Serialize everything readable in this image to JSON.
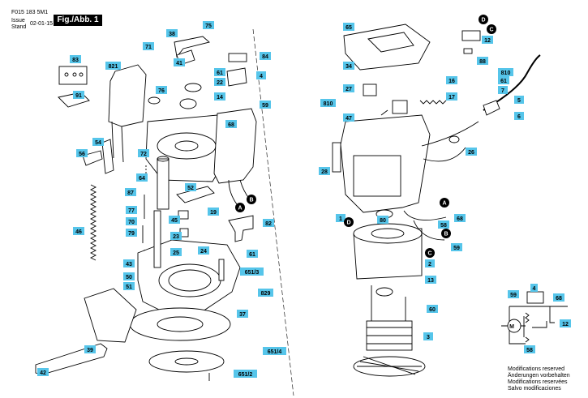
{
  "header": {
    "code": "F015 183 5M1",
    "issue_label": "Issue",
    "stand_label": "Stand",
    "issue_date": "02-01-15",
    "figure": "Fig./Abb. 1"
  },
  "parts": [
    {
      "id": "75"
    },
    {
      "id": "38"
    },
    {
      "id": "71"
    },
    {
      "id": "41"
    },
    {
      "id": "83"
    },
    {
      "id": "821"
    },
    {
      "id": "84"
    },
    {
      "id": "61"
    },
    {
      "id": "22"
    },
    {
      "id": "4"
    },
    {
      "id": "76"
    },
    {
      "id": "14"
    },
    {
      "id": "91"
    },
    {
      "id": "59"
    },
    {
      "id": "68"
    },
    {
      "id": "54"
    },
    {
      "id": "72"
    },
    {
      "id": "56"
    },
    {
      "id": "64"
    },
    {
      "id": "52"
    },
    {
      "id": "87"
    },
    {
      "id": "77"
    },
    {
      "id": "70"
    },
    {
      "id": "45"
    },
    {
      "id": "19"
    },
    {
      "id": "82"
    },
    {
      "id": "46"
    },
    {
      "id": "79"
    },
    {
      "id": "23"
    },
    {
      "id": "25"
    },
    {
      "id": "24"
    },
    {
      "id": "61"
    },
    {
      "id": "43"
    },
    {
      "id": "651/3"
    },
    {
      "id": "50"
    },
    {
      "id": "51"
    },
    {
      "id": "829"
    },
    {
      "id": "37"
    },
    {
      "id": "39"
    },
    {
      "id": "651/4"
    },
    {
      "id": "42"
    },
    {
      "id": "651/2"
    },
    {
      "id": "65"
    },
    {
      "id": "12"
    },
    {
      "id": "34"
    },
    {
      "id": "88"
    },
    {
      "id": "810"
    },
    {
      "id": "27"
    },
    {
      "id": "16"
    },
    {
      "id": "61"
    },
    {
      "id": "7"
    },
    {
      "id": "810"
    },
    {
      "id": "17"
    },
    {
      "id": "5"
    },
    {
      "id": "47"
    },
    {
      "id": "6"
    },
    {
      "id": "26"
    },
    {
      "id": "28"
    },
    {
      "id": "1"
    },
    {
      "id": "80"
    },
    {
      "id": "68"
    },
    {
      "id": "58"
    },
    {
      "id": "59"
    },
    {
      "id": "2"
    },
    {
      "id": "13"
    },
    {
      "id": "60"
    },
    {
      "id": "3"
    }
  ],
  "connectors": [
    "A",
    "B",
    "A",
    "B",
    "C",
    "D",
    "C",
    "D"
  ],
  "schematic": {
    "labels": [
      "59",
      "4",
      "68",
      "12",
      "58"
    ],
    "motor": "M"
  },
  "footer": {
    "lines": [
      "Modifications reserved",
      "Änderungen vorbehalten",
      "Modifications reservées",
      "Salvo modificaciones"
    ]
  },
  "colors": {
    "label_fill": "#56c5ea",
    "ink": "#000000"
  }
}
